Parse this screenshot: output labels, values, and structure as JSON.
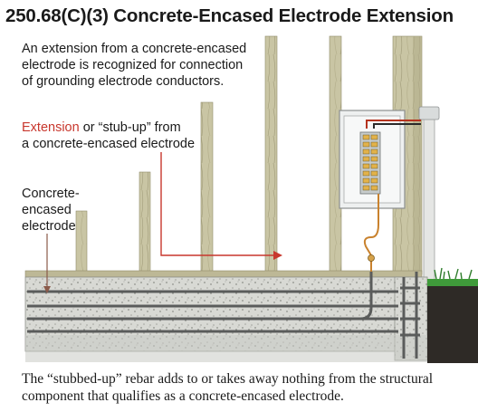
{
  "title": "250.68(C)(3) Concrete-Encased Electrode Extension",
  "intro": {
    "line1": "An extension from a concrete-encased",
    "line2": "electrode is recognized for connection",
    "line3": "of grounding electrode conductors."
  },
  "extension_label": {
    "highlight": "Extension",
    "line1_rest": " or “stub-up” from",
    "line2": "a concrete-encased electrode"
  },
  "electrode_label": {
    "line1": "Concrete-",
    "line2": "encased",
    "line3": "electrode"
  },
  "caption": {
    "line1": "The “stubbed-up” rebar adds to or takes away nothing from the structural",
    "line2": "component that qualifies as a concrete-encased electrode."
  },
  "colors": {
    "accent_red": "#c8372d",
    "wood": "#c9c5a4",
    "concrete": "#d6d7d3",
    "soil": "#2e2a26",
    "grass": "#3f9a3a",
    "panel": "#e9ecec"
  }
}
